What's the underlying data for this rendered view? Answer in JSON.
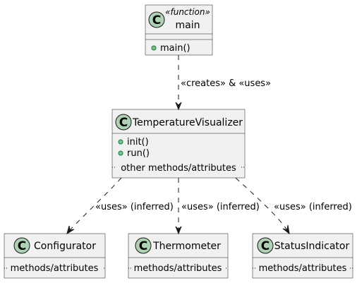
{
  "classes": {
    "main": {
      "glyph": "C",
      "stereotype": "«function»",
      "name": "main",
      "methods": [
        "main()"
      ]
    },
    "visualizer": {
      "glyph": "C",
      "name": "TemperatureVisualizer",
      "methods": [
        "init()",
        "run()"
      ],
      "note": "other methods/attributes"
    },
    "configurator": {
      "glyph": "C",
      "name": "Configurator",
      "note": "methods/attributes"
    },
    "thermometer": {
      "glyph": "C",
      "name": "Thermometer",
      "note": "methods/attributes"
    },
    "status_indicator": {
      "glyph": "C",
      "name": "StatusIndicator",
      "note": "methods/attributes"
    }
  },
  "edges": {
    "main_to_visualizer": "«creates» & «uses»",
    "to_configurator": "«uses» (inferred)",
    "to_thermometer": "«uses» (inferred)",
    "to_status_indicator": "«uses» (inferred)"
  }
}
